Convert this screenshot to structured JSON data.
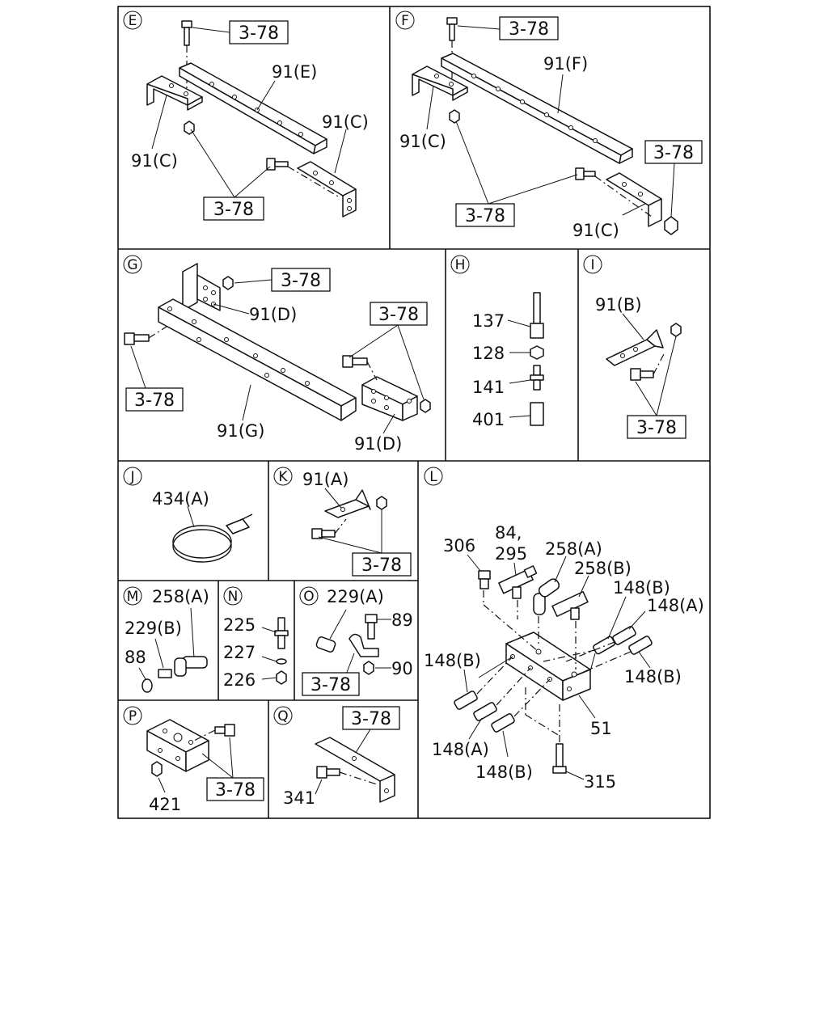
{
  "panels": {
    "E": {
      "tag": "E",
      "ref_top": "3-78",
      "ref_bottom": "3-78",
      "label_91e": "91(E)",
      "label_91c_right": "91(C)",
      "label_91c_left": "91(C)"
    },
    "F": {
      "tag": "F",
      "ref_top": "3-78",
      "ref_right": "3-78",
      "ref_bottom": "3-78",
      "label_91f": "91(F)",
      "label_91c_left": "91(C)",
      "label_91c_bottom": "91(C)"
    },
    "G": {
      "tag": "G",
      "ref_top": "3-78",
      "ref_right": "3-78",
      "ref_left": "3-78",
      "label_91d_top": "91(D)",
      "label_91g": "91(G)",
      "label_91d_bottom": "91(D)"
    },
    "H": {
      "tag": "H",
      "label_137": "137",
      "label_128": "128",
      "label_141": "141",
      "label_401": "401"
    },
    "I": {
      "tag": "I",
      "label_91b": "91(B)",
      "ref": "3-78"
    },
    "J": {
      "tag": "J",
      "label_434a": "434(A)"
    },
    "K": {
      "tag": "K",
      "label_91a": "91(A)",
      "ref": "3-78"
    },
    "L": {
      "tag": "L",
      "label_306": "306",
      "label_84": "84,",
      "label_295": "295",
      "label_258a": "258(A)",
      "label_258b": "258(B)",
      "label_148b_1": "148(B)",
      "label_148a_1": "148(A)",
      "label_148b_2": "148(B)",
      "label_148b_3": "148(B)",
      "label_148a_2": "148(A)",
      "label_148b_4": "148(B)",
      "label_51": "51",
      "label_315": "315"
    },
    "M": {
      "tag": "M",
      "label_258a": "258(A)",
      "label_229b": "229(B)",
      "label_88": "88"
    },
    "N": {
      "tag": "N",
      "label_225": "225",
      "label_227": "227",
      "label_226": "226"
    },
    "O": {
      "tag": "O",
      "label_229a": "229(A)",
      "label_89": "89",
      "label_90": "90",
      "ref": "3-78"
    },
    "P": {
      "tag": "P",
      "ref": "3-78",
      "label_421": "421"
    },
    "Q": {
      "tag": "Q",
      "ref": "3-78",
      "label_341": "341"
    }
  }
}
